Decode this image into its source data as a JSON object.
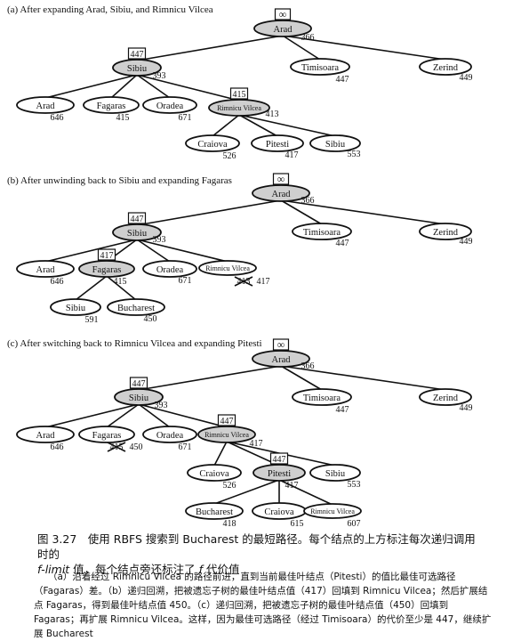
{
  "panels": [
    {
      "id": "a",
      "title": "(a) After expanding Arad, Sibiu, and Rimnicu Vilcea",
      "nodes": [
        {
          "id": "arad",
          "label": "Arad",
          "f": "366",
          "limit": "∞",
          "shaded": true
        },
        {
          "id": "sibiu",
          "label": "Sibiu",
          "f": "393",
          "limit": "447",
          "shaded": true
        },
        {
          "id": "timisoara",
          "label": "Timisoara",
          "f": "447",
          "shaded": false
        },
        {
          "id": "zerind",
          "label": "Zerind",
          "f": "449",
          "shaded": false
        },
        {
          "id": "arad2",
          "label": "Arad",
          "f": "646",
          "shaded": false
        },
        {
          "id": "fagaras",
          "label": "Fagaras",
          "f": "415",
          "shaded": false
        },
        {
          "id": "oradea",
          "label": "Oradea",
          "f": "671",
          "shaded": false
        },
        {
          "id": "rimnicu",
          "label": "Rimnicu Vilcea",
          "f": "413",
          "limit": "415",
          "shaded": true
        },
        {
          "id": "craiova",
          "label": "Craiova",
          "f": "526",
          "shaded": false
        },
        {
          "id": "pitesti",
          "label": "Pitesti",
          "f": "417",
          "shaded": false
        },
        {
          "id": "sibiu2",
          "label": "Sibiu",
          "f": "553",
          "shaded": false
        }
      ]
    },
    {
      "id": "b",
      "title": "(b) After unwinding back to Sibiu and expanding Fagaras",
      "nodes": [
        {
          "id": "arad",
          "label": "Arad",
          "f": "366",
          "limit": "∞",
          "shaded": true
        },
        {
          "id": "sibiu",
          "label": "Sibiu",
          "f": "393",
          "limit": "447",
          "shaded": true
        },
        {
          "id": "timisoara",
          "label": "Timisoara",
          "f": "447",
          "shaded": false
        },
        {
          "id": "zerind",
          "label": "Zerind",
          "f": "449",
          "shaded": false
        },
        {
          "id": "arad2",
          "label": "Arad",
          "f": "646",
          "shaded": false
        },
        {
          "id": "fagaras",
          "label": "Fagaras",
          "f": "415",
          "limit": "417",
          "shaded": true
        },
        {
          "id": "oradea",
          "label": "Oradea",
          "f": "671",
          "shaded": false
        },
        {
          "id": "rimnicu",
          "label": "Rimnicu Vilcea",
          "f": "417",
          "crossed": "413",
          "shaded": false
        },
        {
          "id": "sibiu3",
          "label": "Sibiu",
          "f": "591",
          "shaded": false
        },
        {
          "id": "bucharest",
          "label": "Bucharest",
          "f": "450",
          "shaded": false
        }
      ]
    },
    {
      "id": "c",
      "title": "(c) After switching back to Rimnicu Vilcea and expanding Pitesti",
      "nodes": [
        {
          "id": "arad",
          "label": "Arad",
          "f": "366",
          "limit": "∞",
          "shaded": true
        },
        {
          "id": "sibiu",
          "label": "Sibiu",
          "f": "393",
          "limit": "447",
          "shaded": true
        },
        {
          "id": "timisoara",
          "label": "Timisoara",
          "f": "447",
          "shaded": false
        },
        {
          "id": "zerind",
          "label": "Zerind",
          "f": "449",
          "shaded": false
        },
        {
          "id": "arad2",
          "label": "Arad",
          "f": "646",
          "shaded": false
        },
        {
          "id": "fagaras",
          "label": "Fagaras",
          "f": "450",
          "crossed": "415",
          "shaded": false
        },
        {
          "id": "oradea",
          "label": "Oradea",
          "f": "671",
          "shaded": false
        },
        {
          "id": "rimnicu",
          "label": "Rimnicu Vilcea",
          "f": "417",
          "limit": "447",
          "shaded": true
        },
        {
          "id": "craiova",
          "label": "Craiova",
          "f": "526",
          "shaded": false
        },
        {
          "id": "pitesti",
          "label": "Pitesti",
          "f": "417",
          "limit": "447",
          "shaded": true
        },
        {
          "id": "sibiu2",
          "label": "Sibiu",
          "f": "553",
          "shaded": false
        },
        {
          "id": "bucharest",
          "label": "Bucharest",
          "f": "418",
          "shaded": false
        },
        {
          "id": "craiova2",
          "label": "Craiova",
          "f": "615",
          "shaded": false
        },
        {
          "id": "rimnicu2",
          "label": "Rimnicu Vilcea",
          "f": "607",
          "shaded": false
        }
      ]
    }
  ],
  "caption": {
    "line1": "图 3.27　使用 RBFS 搜索到 Bucharest 的最短路径。每个结点的上方标注每次递归调用时的",
    "line2_pre": "",
    "line2_italic": "f-limit",
    "line2_mid": " 值，每个结点旁还标注了 ",
    "line2_italic2": "f",
    "line2_post": " 代价值"
  },
  "note": "（a）沿着经过 Rimnicu Vilcea 的路径前进，直到当前最佳叶结点（Pitesti）的值比最佳可选路径（Fagaras）差。（b）递归回溯，把被遗忘子树的最佳叶结点值（417）回填到 Rimnicu Vilcea；然后扩展结点 Fagaras，得到最佳叶结点值 450。（c）递归回溯，把被遗忘子树的最佳叶结点值（450）回填到 Fagaras；再扩展 Rimnicu Vilcea。这样，因为最佳可选路径（经过 Timisoara）的代价至少是 447，继续扩展 Bucharest",
  "colors": {
    "shaded": "#cfcfcf",
    "stroke": "#111111",
    "background": "#ffffff"
  }
}
